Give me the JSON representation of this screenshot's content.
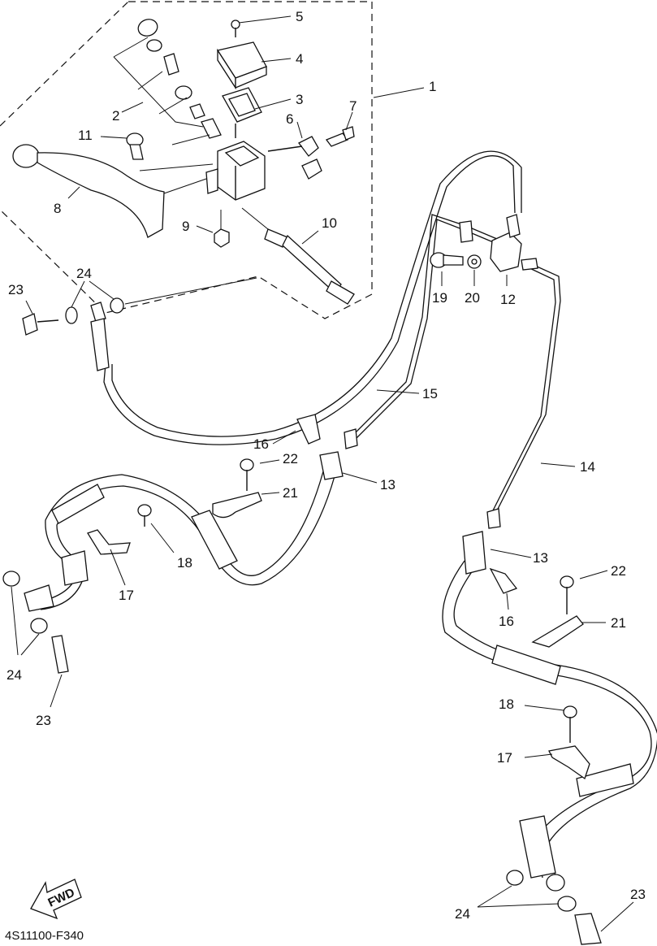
{
  "diagram": {
    "code": "4S11100-F340",
    "fwd_label": "FWD",
    "callouts": [
      {
        "id": "c1",
        "text": "1"
      },
      {
        "id": "c2",
        "text": "2"
      },
      {
        "id": "c3",
        "text": "3"
      },
      {
        "id": "c4",
        "text": "4"
      },
      {
        "id": "c5",
        "text": "5"
      },
      {
        "id": "c6",
        "text": "6"
      },
      {
        "id": "c7",
        "text": "7"
      },
      {
        "id": "c8",
        "text": "8"
      },
      {
        "id": "c9",
        "text": "9"
      },
      {
        "id": "c10",
        "text": "10"
      },
      {
        "id": "c11",
        "text": "11"
      },
      {
        "id": "c12",
        "text": "12"
      },
      {
        "id": "c13a",
        "text": "13"
      },
      {
        "id": "c13b",
        "text": "13"
      },
      {
        "id": "c14",
        "text": "14"
      },
      {
        "id": "c15",
        "text": "15"
      },
      {
        "id": "c16a",
        "text": "16"
      },
      {
        "id": "c16b",
        "text": "16"
      },
      {
        "id": "c17a",
        "text": "17"
      },
      {
        "id": "c17b",
        "text": "17"
      },
      {
        "id": "c18a",
        "text": "18"
      },
      {
        "id": "c18b",
        "text": "18"
      },
      {
        "id": "c19",
        "text": "19"
      },
      {
        "id": "c20",
        "text": "20"
      },
      {
        "id": "c21a",
        "text": "21"
      },
      {
        "id": "c21b",
        "text": "21"
      },
      {
        "id": "c22a",
        "text": "22"
      },
      {
        "id": "c22b",
        "text": "22"
      },
      {
        "id": "c23a",
        "text": "23"
      },
      {
        "id": "c23b",
        "text": "23"
      },
      {
        "id": "c23c",
        "text": "23"
      },
      {
        "id": "c24a",
        "text": "24"
      },
      {
        "id": "c24b",
        "text": "24"
      },
      {
        "id": "c24c",
        "text": "24"
      }
    ]
  }
}
